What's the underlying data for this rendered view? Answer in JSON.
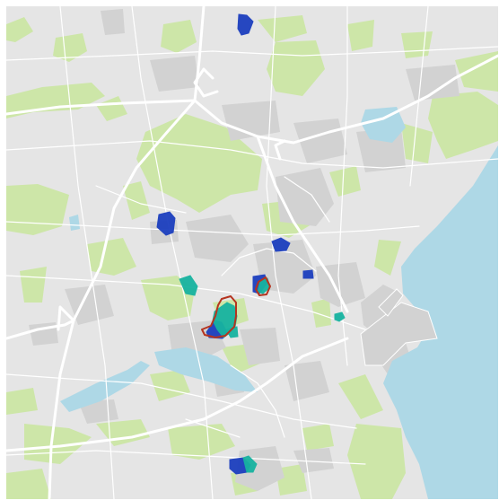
{
  "map": {
    "colors": {
      "land": "#e5e5e5",
      "water": "#aed8e6",
      "park": "#cde6a8",
      "built": "#d2d2d2",
      "road": "#ffffff",
      "blue": "#1c3fbf",
      "teal": "#17b3a0",
      "outline": "#b5341f"
    },
    "layers": [
      "base-map",
      "blue-areas",
      "teal-areas",
      "red-outlines"
    ]
  }
}
